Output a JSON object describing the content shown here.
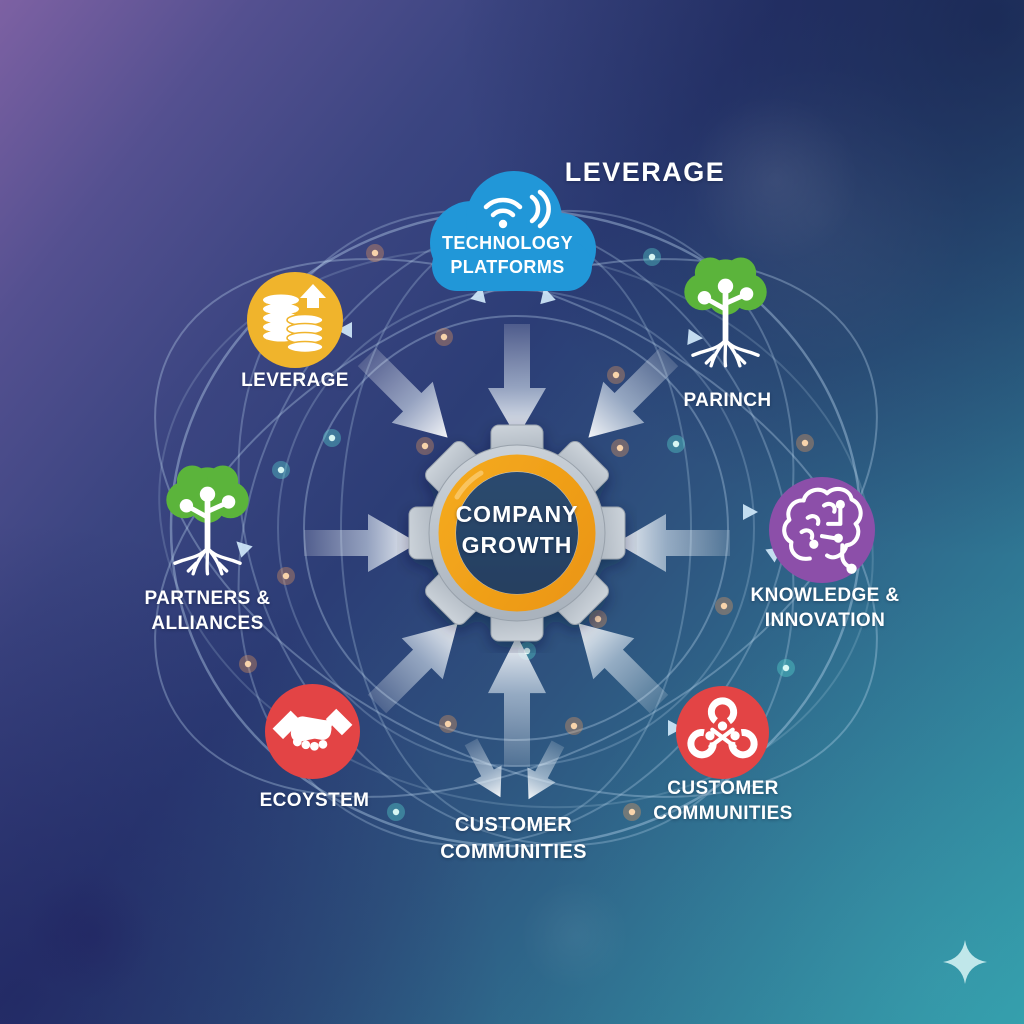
{
  "title": "LEVERAGE",
  "center": {
    "line1": "COMPANY",
    "line2": "GROWTH",
    "icon": "gear-icon",
    "ring_color": "#F2A71F",
    "body_color": "#D8DDE2",
    "core_color": "#2E4A6E",
    "text_color": "#FFFFFF"
  },
  "nodes": [
    {
      "id": "technology-platforms",
      "line1": "TECHNOLOGY",
      "line2": "PLATFORMS",
      "icon": "cloud-wifi-icon",
      "color": "#2197D8"
    },
    {
      "id": "leverage",
      "line1": "LEVERAGE",
      "line2": "",
      "icon": "coin-stack-growth-icon",
      "color": "#F0B42C"
    },
    {
      "id": "parinch",
      "line1": "PARINCH",
      "line2": "",
      "icon": "tree-roots-icon",
      "color": "#5BB43B"
    },
    {
      "id": "partners-alliances",
      "line1": "PARTNERS &",
      "line2": "ALLIANCES",
      "icon": "tree-roots-icon",
      "color": "#5BB43B"
    },
    {
      "id": "knowledge-innovation",
      "line1": "KNOWLEDGE &",
      "line2": "INNOVATION",
      "icon": "brain-circuit-icon",
      "color": "#8C4FA9"
    },
    {
      "id": "ecosystem",
      "line1": "ECOYSTEM",
      "line2": "",
      "icon": "handshake-icon",
      "color": "#E34445"
    },
    {
      "id": "customer-communities",
      "line1": "CUSTOMER",
      "line2": "COMMUNITIES",
      "icon": "community-rings-icon",
      "color": "#E34445"
    }
  ],
  "bottom_label": {
    "line1": "CUSTOMER",
    "line2": "COMMUNITIES"
  },
  "background": {
    "top_left": "#7D61A3",
    "center": "#2C3D76",
    "bottom_right": "#319AA8"
  }
}
